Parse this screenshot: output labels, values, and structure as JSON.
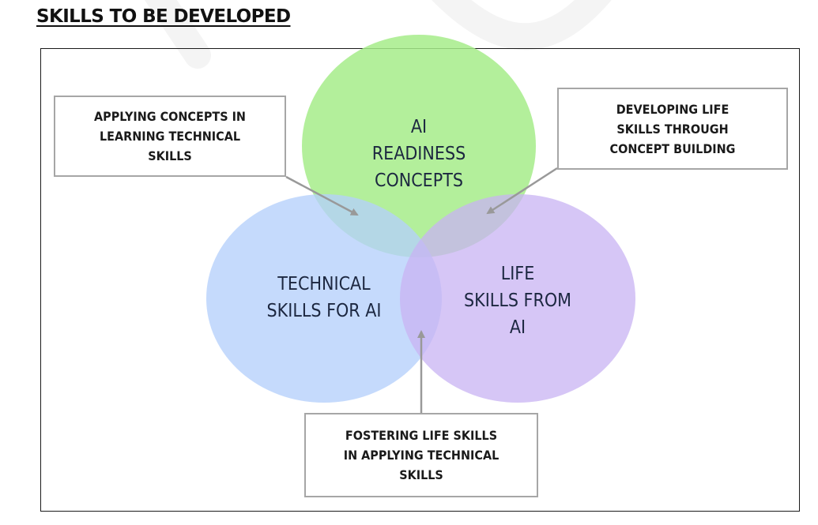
{
  "heading": "SKILLS TO BE DEVELOPED",
  "circles": {
    "top": {
      "label": "AI\nREADINESS\nCONCEPTS",
      "color": "#a6ec8a"
    },
    "left": {
      "label": "TECHNICAL\nSKILLS FOR AI",
      "color": "#b5d0fb"
    },
    "right": {
      "label": "LIFE\nSKILLS FROM\nAI",
      "color": "#c8b3f3"
    }
  },
  "callouts": {
    "top_left": "APPLYING CONCEPTS IN\nLEARNING TECHNICAL\nSKILLS",
    "top_right": "DEVELOPING LIFE\nSKILLS THROUGH\nCONCEPT BUILDING",
    "bottom": "FOSTERING LIFE SKILLS\nIN APPLYING TECHNICAL\nSKILLS"
  },
  "colors": {
    "text": "#1c2740",
    "box_border": "#a6a6a6",
    "arrow": "#999999"
  }
}
